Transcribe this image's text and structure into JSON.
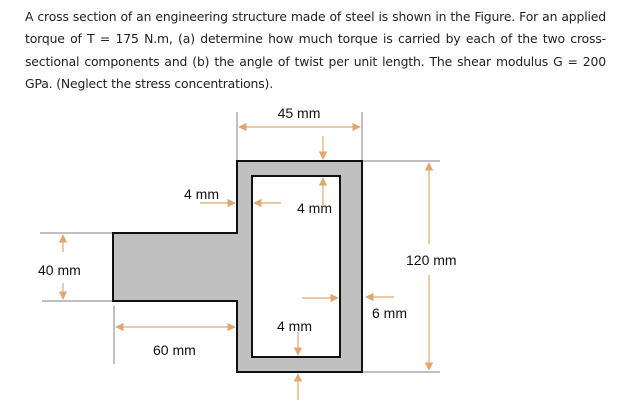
{
  "problem": {
    "text": "A cross section of an engineering structure made of steel is shown in the Figure. For an applied torque of T = 175 N.m, (a) determine how much torque is carried by each of the two cross-sectional components and (b) the angle of twist per unit length. The shear modulus G = 200 GPa. (Neglect the stress concentrations).",
    "given": {
      "torque": "T = 175 N.m",
      "shear_modulus": "G = 200 GPa"
    }
  },
  "figure": {
    "colors": {
      "fill": "#c0c0c0",
      "outline": "#111111",
      "dimension": "#e0a870",
      "extension": "#808080"
    },
    "dimensions": {
      "width_box": "45 mm",
      "height_box": "120 mm",
      "flange_height": "40 mm",
      "flange_length": "60 mm",
      "left_wall": "4 mm",
      "top_wall": "4 mm",
      "bottom_wall": "4 mm",
      "right_wall": "6 mm"
    }
  }
}
